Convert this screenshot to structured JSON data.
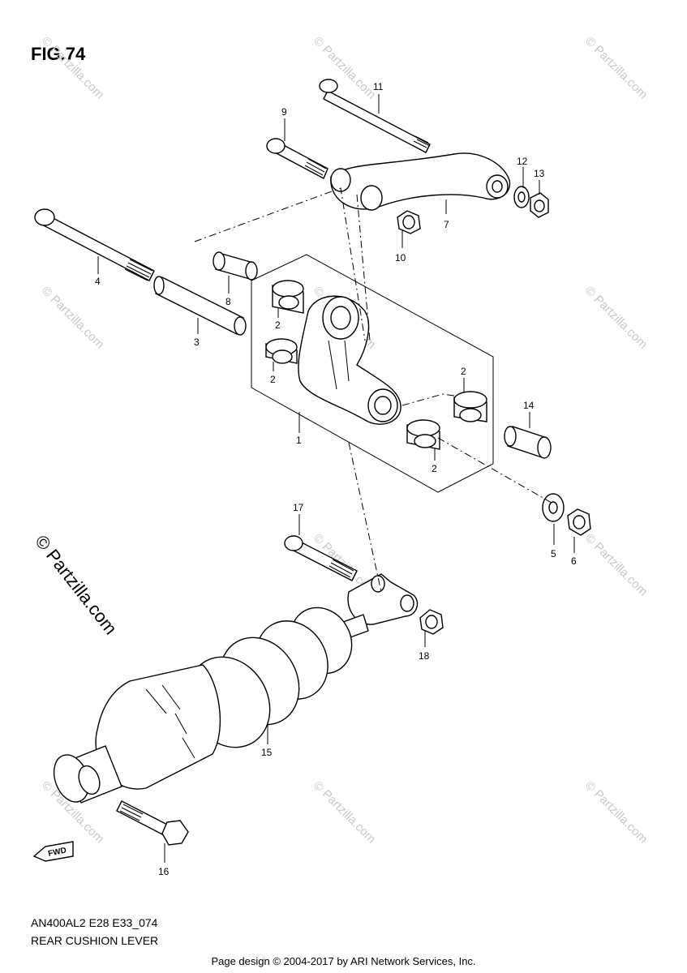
{
  "figure": {
    "title": "FIG.74"
  },
  "diagram_code": "AN400AL2 E28 E33_074",
  "diagram_name": "REAR CUSHION LEVER",
  "footer": "Page design © 2004-2017 by ARI Network Services, Inc.",
  "copyright_text": "© Partzilla.com",
  "watermark_text": "© Partzilla.com",
  "fwd_label": "FWD",
  "callouts": [
    {
      "id": "c11",
      "text": "11"
    },
    {
      "id": "c9",
      "text": "9"
    },
    {
      "id": "c12",
      "text": "12"
    },
    {
      "id": "c13",
      "text": "13"
    },
    {
      "id": "c7",
      "text": "7"
    },
    {
      "id": "c10",
      "text": "10"
    },
    {
      "id": "c4",
      "text": "4"
    },
    {
      "id": "c8",
      "text": "8"
    },
    {
      "id": "c3",
      "text": "3"
    },
    {
      "id": "c2a",
      "text": "2"
    },
    {
      "id": "c2b",
      "text": "2"
    },
    {
      "id": "c2c",
      "text": "2"
    },
    {
      "id": "c2d",
      "text": "2"
    },
    {
      "id": "c1",
      "text": "1"
    },
    {
      "id": "c14",
      "text": "14"
    },
    {
      "id": "c17",
      "text": "17"
    },
    {
      "id": "c5",
      "text": "5"
    },
    {
      "id": "c6",
      "text": "6"
    },
    {
      "id": "c18",
      "text": "18"
    },
    {
      "id": "c15",
      "text": "15"
    },
    {
      "id": "c16",
      "text": "16"
    }
  ]
}
